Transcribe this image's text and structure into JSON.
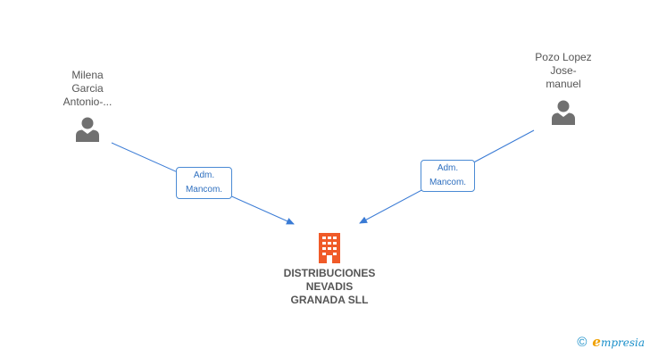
{
  "persons": [
    {
      "id": "milena",
      "name_lines": [
        "Milena",
        "Garcia",
        "Antonio-..."
      ]
    },
    {
      "id": "pozo",
      "name_lines": [
        "Pozo Lopez",
        "Jose-",
        "manuel"
      ]
    }
  ],
  "edges": [
    {
      "from": "milena",
      "to": "company",
      "label_lines": [
        "Adm.",
        "Mancom."
      ]
    },
    {
      "from": "pozo",
      "to": "company",
      "label_lines": [
        "Adm.",
        "Mancom."
      ]
    }
  ],
  "company": {
    "name_lines": [
      "DISTRIBUCIONES",
      "NEVADIS",
      "GRANADA SLL"
    ],
    "icon": "building-icon",
    "icon_color": "#f05a28"
  },
  "colors": {
    "edge": "#3a7bd5",
    "person_icon": "#707070"
  },
  "footer": {
    "copyright_symbol": "©",
    "brand_initial": "e",
    "brand_rest": "mpresia"
  }
}
